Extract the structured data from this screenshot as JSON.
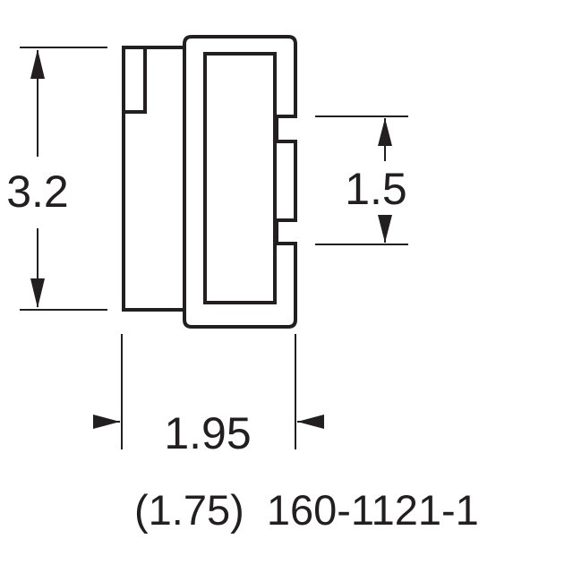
{
  "dimensions": {
    "height": "3.2",
    "slot": "1.5",
    "width": "1.95"
  },
  "caption": {
    "reference": "(1.75)",
    "part_number": "160-1121-1"
  },
  "colors": {
    "ink": "#231f20",
    "background": "#ffffff"
  }
}
